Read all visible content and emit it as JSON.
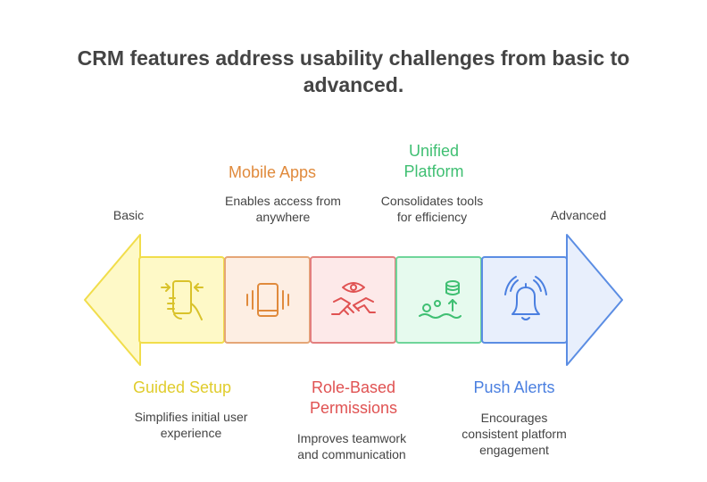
{
  "title": "CRM features address usability challenges from basic to advanced.",
  "scale": {
    "left": "Basic",
    "right": "Advanced"
  },
  "features": [
    {
      "title_lines": [
        "Guided Setup"
      ],
      "desc_lines": [
        "Simplifies initial user",
        "experience"
      ],
      "color": "#E0CC2C",
      "fill": "#FEF9C7",
      "stroke": "#F1DD4B",
      "icon": "phone-setup-icon"
    },
    {
      "title_lines": [
        "Mobile Apps"
      ],
      "desc_lines": [
        "Enables access from",
        "anywhere"
      ],
      "color": "#E08A3C",
      "fill": "#FDEEE3",
      "stroke": "#E5A676",
      "icon": "mobile-vibrate-icon"
    },
    {
      "title_lines": [
        "Role-Based",
        "Permissions"
      ],
      "desc_lines": [
        "Improves teamwork",
        "and communication"
      ],
      "color": "#E05252",
      "fill": "#FDE9E9",
      "stroke": "#E37F7F",
      "icon": "handshake-eye-icon"
    },
    {
      "title_lines": [
        "Unified",
        "Platform"
      ],
      "desc_lines": [
        "Consolidates tools",
        "for efficiency"
      ],
      "color": "#3FBF72",
      "fill": "#E6FAEE",
      "stroke": "#6FD59A",
      "icon": "database-gears-icon"
    },
    {
      "title_lines": [
        "Push Alerts"
      ],
      "desc_lines": [
        "Encourages",
        "consistent platform",
        "engagement"
      ],
      "color": "#4A7FE0",
      "fill": "#E8EFFC",
      "stroke": "#5B8DE3",
      "icon": "bell-alert-icon"
    }
  ]
}
